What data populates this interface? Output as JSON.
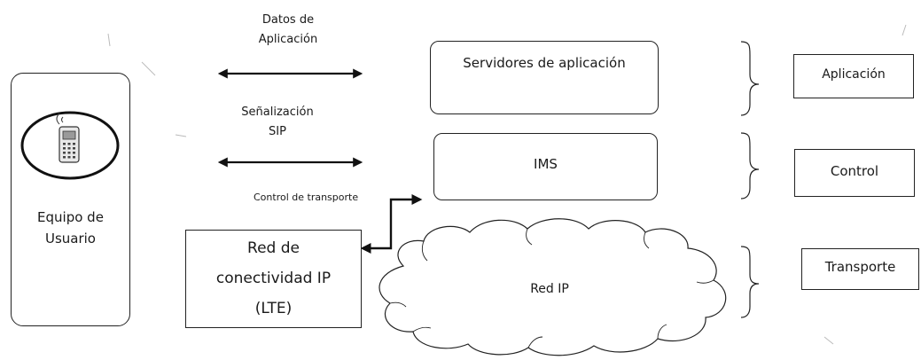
{
  "labels": {
    "datos_aplicacion_line1": "Datos de",
    "datos_aplicacion_line2": "Aplicación",
    "senalizacion_line1": "Señalización",
    "senalizacion_line2": "SIP",
    "control_transporte": "Control de transporte"
  },
  "user_equipment": {
    "line1": "Equipo de",
    "line2": "Usuario",
    "icon": "mobile-phone-icon"
  },
  "ip_connectivity": {
    "line1": "Red de",
    "line2": "conectividad IP",
    "line3": "(LTE)"
  },
  "nodes": {
    "app_servers": "Servidores de aplicación",
    "ims": "IMS",
    "ip_network": "Red IP"
  },
  "layers": [
    "Aplicación",
    "Control",
    "Transporte"
  ],
  "colors": {
    "stroke": "#222222",
    "background": "#ffffff"
  }
}
